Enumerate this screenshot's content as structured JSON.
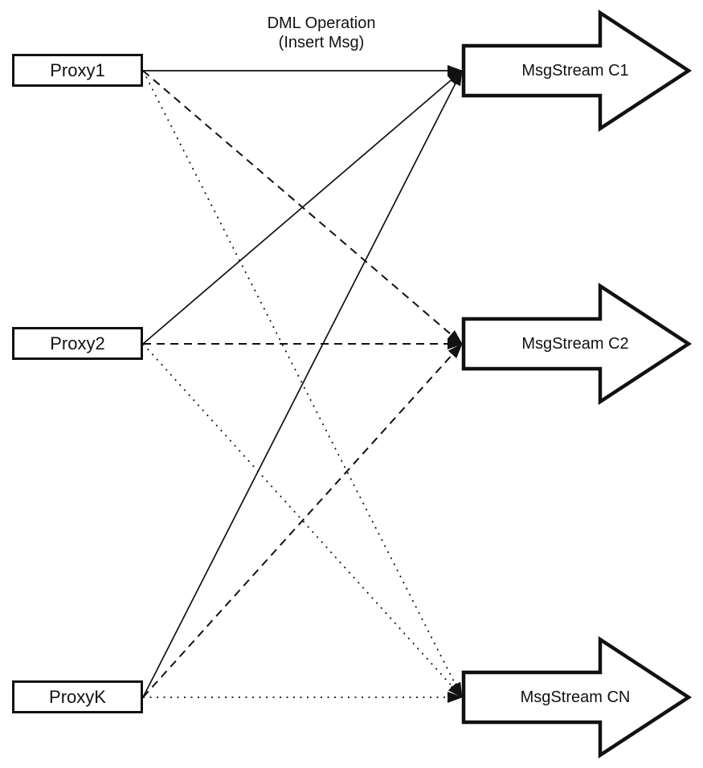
{
  "title": {
    "line1": "DML Operation",
    "line2": "(Insert Msg)"
  },
  "proxies": [
    {
      "id": "p1",
      "label": "Proxy1"
    },
    {
      "id": "p2",
      "label": "Proxy2"
    },
    {
      "id": "pk",
      "label": "ProxyK"
    }
  ],
  "streams": [
    {
      "id": "c1",
      "label": "MsgStream C1"
    },
    {
      "id": "c2",
      "label": "MsgStream C2"
    },
    {
      "id": "cn",
      "label": "MsgStream CN"
    }
  ],
  "edges": [
    {
      "from": "p1",
      "to": "c1",
      "style": "solid"
    },
    {
      "from": "p1",
      "to": "c2",
      "style": "dashed"
    },
    {
      "from": "p1",
      "to": "cn",
      "style": "dotted"
    },
    {
      "from": "p2",
      "to": "c1",
      "style": "solid"
    },
    {
      "from": "p2",
      "to": "c2",
      "style": "dashed"
    },
    {
      "from": "p2",
      "to": "cn",
      "style": "dotted"
    },
    {
      "from": "pk",
      "to": "c1",
      "style": "solid"
    },
    {
      "from": "pk",
      "to": "c2",
      "style": "dashed"
    },
    {
      "from": "pk",
      "to": "cn",
      "style": "dotted"
    }
  ],
  "colors": {
    "ink": "#111111",
    "background": "#ffffff"
  }
}
